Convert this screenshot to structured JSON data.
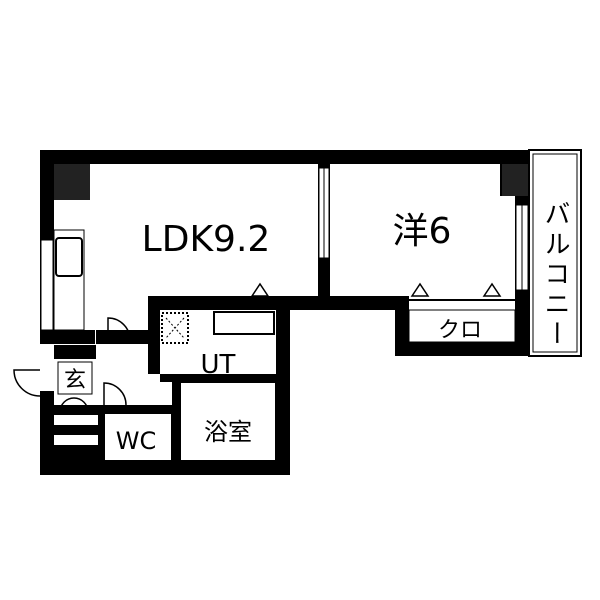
{
  "rooms": {
    "ldk": "LDK9.2",
    "western": "洋6",
    "closet": "クロ",
    "utility": "UT",
    "bath": "浴室",
    "toilet": "WC",
    "entrance": "玄",
    "balcony": "バルコニー"
  },
  "colors": {
    "wall": "#000000",
    "floor": "#ffffff",
    "pillar": "#222222"
  }
}
